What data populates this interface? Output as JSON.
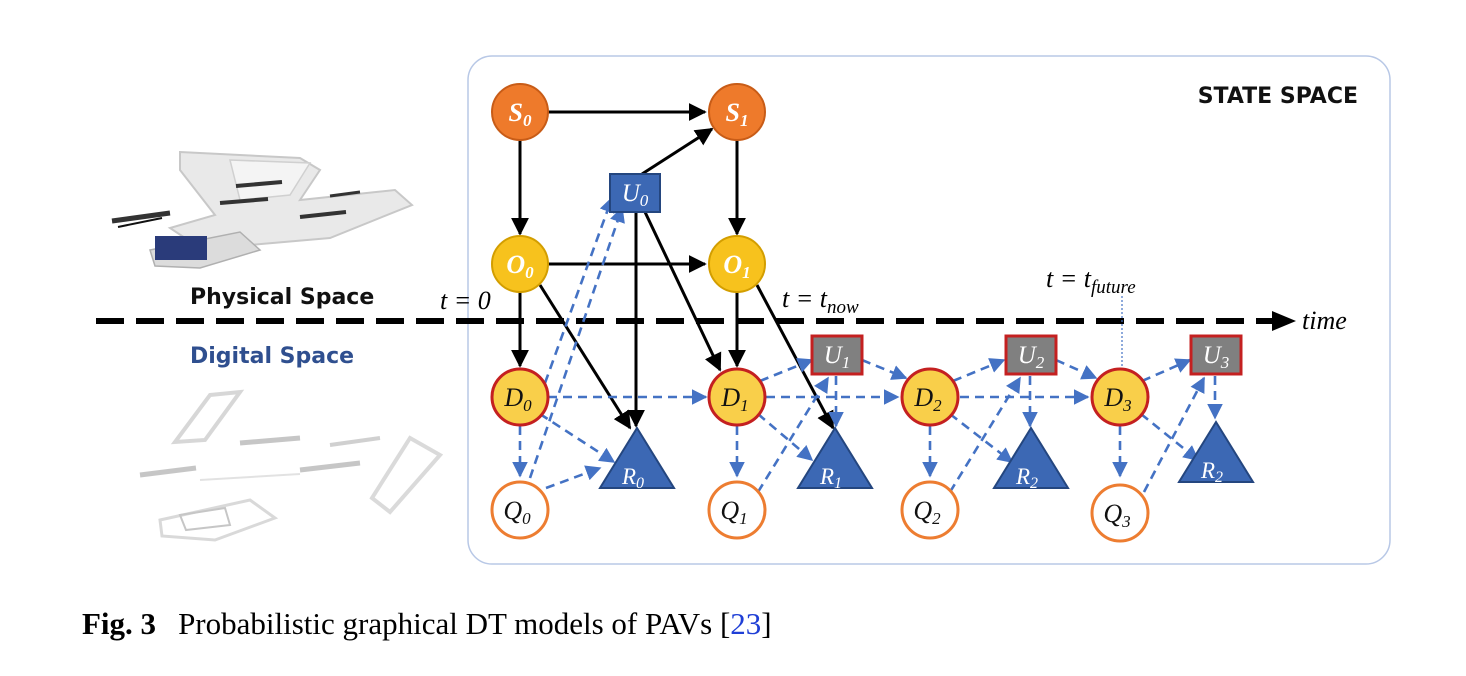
{
  "figure": {
    "state_space_label": "STATE SPACE",
    "physical_space_label": "Physical Space",
    "digital_space_label": "Digital Space",
    "time_label": "time",
    "t0_label": "t = 0",
    "tnow_label_main": "t = t",
    "tnow_label_sub": "now",
    "tfuture_label_main": "t = t",
    "tfuture_label_sub": "future",
    "nodes": {
      "S0": {
        "main": "S",
        "sub": "0"
      },
      "S1": {
        "main": "S",
        "sub": "1"
      },
      "U0": {
        "main": "U",
        "sub": "0"
      },
      "O0": {
        "main": "O",
        "sub": "0"
      },
      "O1": {
        "main": "O",
        "sub": "1"
      },
      "D0": {
        "main": "D",
        "sub": "0"
      },
      "D1": {
        "main": "D",
        "sub": "1"
      },
      "D2": {
        "main": "D",
        "sub": "2"
      },
      "D3": {
        "main": "D",
        "sub": "3"
      },
      "U1": {
        "main": "U",
        "sub": "1"
      },
      "U2": {
        "main": "U",
        "sub": "2"
      },
      "U3": {
        "main": "U",
        "sub": "3"
      },
      "R0": {
        "main": "R",
        "sub": "0"
      },
      "R1": {
        "main": "R",
        "sub": "1"
      },
      "R2a": {
        "main": "R",
        "sub": "2"
      },
      "R2b": {
        "main": "R",
        "sub": "2"
      },
      "Q0": {
        "main": "Q",
        "sub": "0"
      },
      "Q1": {
        "main": "Q",
        "sub": "1"
      },
      "Q2": {
        "main": "Q",
        "sub": "2"
      },
      "Q3": {
        "main": "Q",
        "sub": "3"
      }
    },
    "colors": {
      "state_orange": "#ee7a2b",
      "observation_yellow": "#f7c21d",
      "digital_fill": "#f9cf4a",
      "digital_border": "#c42020",
      "control_blue": "#3c68b4",
      "control_gray": "#808080",
      "dashed_blue": "#4472c4",
      "query_border": "#ed7d31",
      "frame_border": "#b8c8e6",
      "digital_text": "#2f4f8f"
    }
  },
  "caption": {
    "label": "Fig. 3",
    "text": "Probabilistic graphical DT models of PAVs [",
    "citation": "23",
    "close": "]"
  }
}
